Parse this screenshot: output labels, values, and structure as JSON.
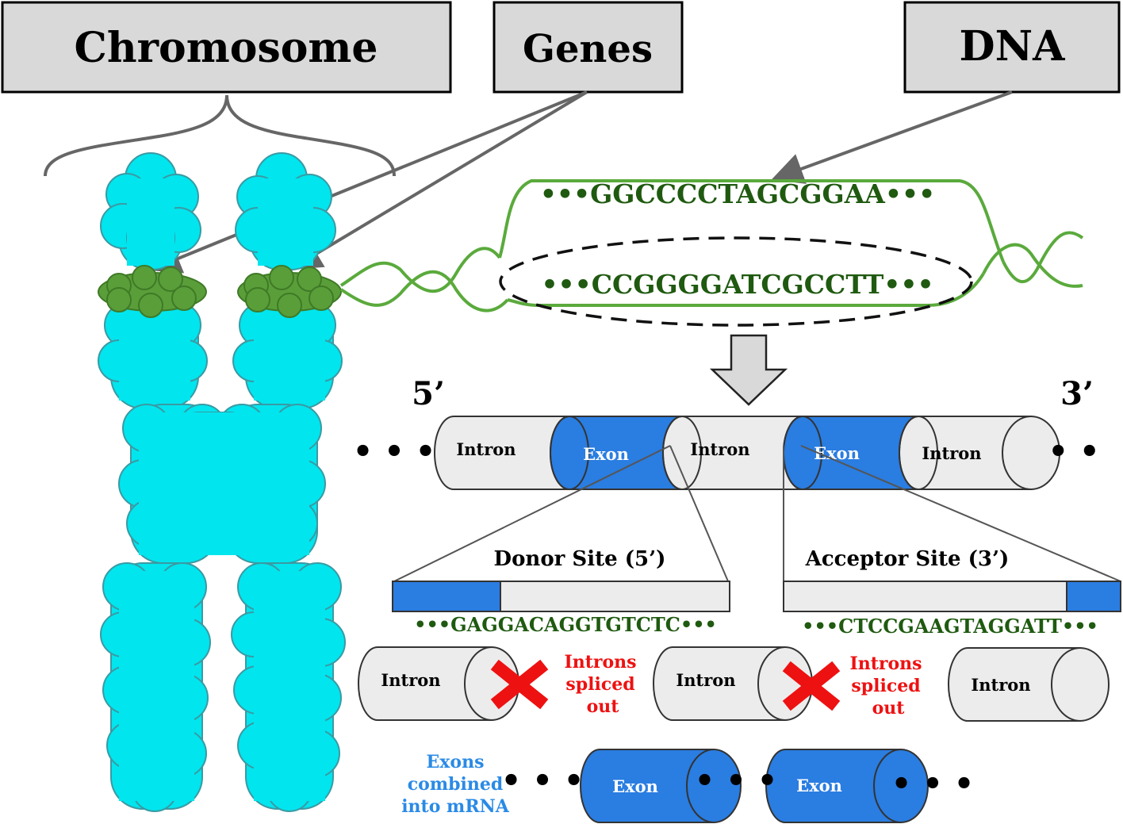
{
  "labels": {
    "chromosome": "Chromosome",
    "genes": "Genes",
    "dna": "DNA"
  },
  "dna": {
    "top_strand": "•••GGCCCCTAGCGGAA•••",
    "bottom_strand": "•••CCGGGGATCGCCTT•••"
  },
  "ends": {
    "five_prime": "5’",
    "three_prime": "3’",
    "left_dots": "• • •",
    "right_dots": "• •"
  },
  "gene_segments": [
    {
      "label": "Intron",
      "type": "intron"
    },
    {
      "label": "Exon",
      "type": "exon"
    },
    {
      "label": "Intron",
      "type": "intron"
    },
    {
      "label": "Exon",
      "type": "exon"
    },
    {
      "label": "Intron",
      "type": "intron"
    }
  ],
  "splice_sites": {
    "donor_title": "Donor Site (5’)",
    "donor_sequence": "•••GAGGACAGGTGTCTC•••",
    "acceptor_title": "Acceptor Site (3’)",
    "acceptor_sequence": "•••CTCCGAAGTAGGATT•••"
  },
  "spliced_introns": {
    "intron_label": "Intron",
    "note_line1": "Introns",
    "note_line2": "spliced",
    "note_line3": "out"
  },
  "mrna": {
    "caption_line1": "Exons",
    "caption_line2": "combined",
    "caption_line3": "into mRNA",
    "exon_label": "Exon",
    "dots": "• • •"
  },
  "colors": {
    "chromosome": "#00e5ee",
    "gene_band": "#5a9e3a",
    "dna_strand": "#5aaa3c",
    "sequence_text": "#1f5a10",
    "exon": "#2a7de1",
    "intron": "#ececec",
    "label_box": "#d9d9d9",
    "red_text": "#ee1111",
    "blue_text": "#2a8ae6"
  }
}
